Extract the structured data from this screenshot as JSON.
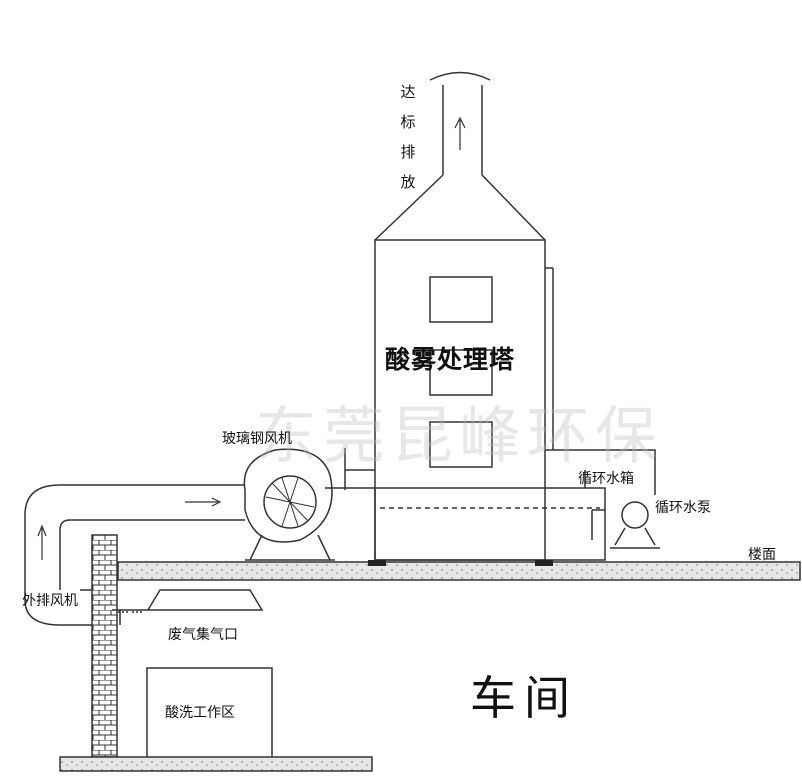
{
  "labels": {
    "discharge": [
      "达",
      "标",
      "排",
      "放"
    ],
    "tower": "酸雾处理塔",
    "fan": "玻璃钢风机",
    "tank": "循环水箱",
    "pump": "循环水泵",
    "floor": "楼面",
    "exhaust_fan": "外排风机",
    "inlet": "废气集气口",
    "work_area": "酸洗工作区",
    "workshop": "车间"
  },
  "watermark": "东莞昆峰环保",
  "colors": {
    "line": "#333333",
    "floor_fill": "#dcdcdc"
  }
}
